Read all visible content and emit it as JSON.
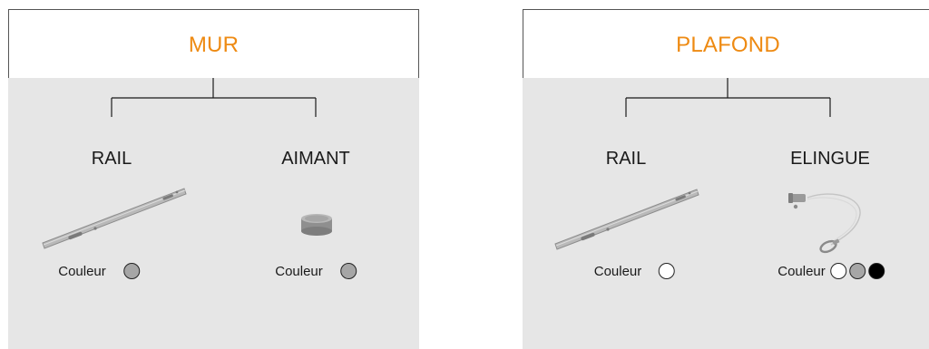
{
  "panels": [
    {
      "title": "MUR",
      "items": [
        {
          "label": "RAIL",
          "product_icon": "rail-icon",
          "color_label": "Couleur",
          "swatches": [
            "#a6a6a6"
          ]
        },
        {
          "label": "AIMANT",
          "product_icon": "magnet-icon",
          "color_label": "Couleur",
          "swatches": [
            "#a6a6a6"
          ]
        }
      ]
    },
    {
      "title": "PLAFOND",
      "items": [
        {
          "label": "RAIL",
          "product_icon": "rail-icon",
          "color_label": "Couleur",
          "swatches": [
            "#ffffff"
          ]
        },
        {
          "label": "ELINGUE",
          "product_icon": "cable-sling-icon",
          "color_label": "Couleur",
          "swatches": [
            "#ffffff",
            "#a6a6a6",
            "#000000"
          ]
        }
      ]
    }
  ],
  "colors": {
    "title": "#ee8a12",
    "panel_bg": "#e6e6e6",
    "header_bg": "#ffffff"
  }
}
